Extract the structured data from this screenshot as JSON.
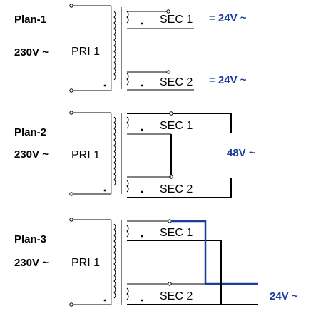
{
  "plans": [
    {
      "name": "Plan-1",
      "voltage": "230V ~",
      "primary": "PRI 1",
      "sec1": "SEC 1",
      "sec2": "SEC 2",
      "out1": "= 24V ~",
      "out2": "= 24V ~"
    },
    {
      "name": "Plan-2",
      "voltage": "230V ~",
      "primary": "PRI 1",
      "sec1": "SEC 1",
      "sec2": "SEC 2",
      "out": "48V ~"
    },
    {
      "name": "Plan-3",
      "voltage": "230V ~",
      "primary": "PRI 1",
      "sec1": "SEC 1",
      "sec2": "SEC 2",
      "out": "24V ~"
    }
  ],
  "colors": {
    "wire": "#000000",
    "outline": "#222222",
    "output_label": "#1c3d9a",
    "parallel_wire": "#1c3d9a"
  }
}
